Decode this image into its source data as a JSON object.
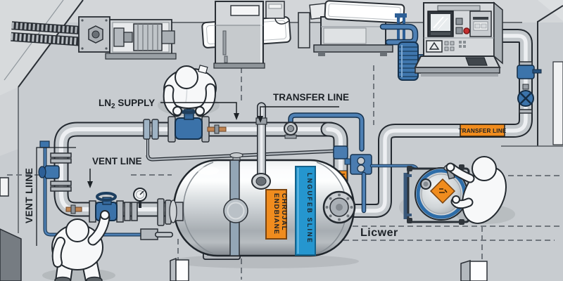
{
  "labels": {
    "ln2": {
      "pre": "LN",
      "sub": "2",
      "post": " SUPPLY"
    },
    "transfer_line": "TRANSFER LINE",
    "transfer_line_badge": "TRANSFER LINE",
    "vent_line": "VENT LINE",
    "vent_line_vertical": "VENT LIINE",
    "tank_label_line1": "CHRUJAL",
    "tank_label_line2": "ENDBIANE",
    "tank_band": "LNGUFEB SLINE",
    "floor_note": "Licwer"
  },
  "colors": {
    "accent_orange": "#F08C1E",
    "band_blue": "#2596CF",
    "valve_blue": "#3C74AB",
    "floor_gray": "#C8CCD0",
    "line_dark": "#1C2126",
    "suit_white": "#F7F8F9"
  }
}
